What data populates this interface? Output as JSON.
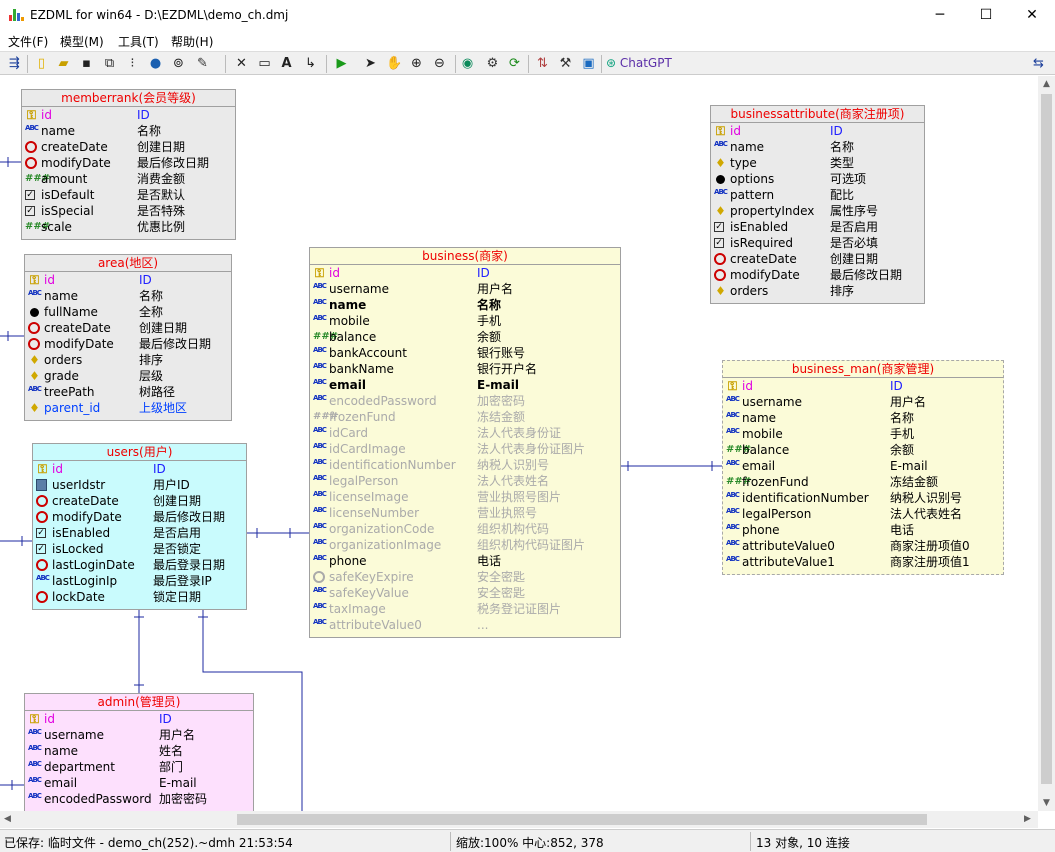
{
  "window": {
    "title": "EZDML for win64 - D:\\EZDML\\demo_ch.dmj",
    "minimize": "─",
    "maximize": "☐",
    "close": "✕"
  },
  "menu": [
    {
      "label": "文件(F)"
    },
    {
      "label": "模型(M)"
    },
    {
      "label": "工具(T)"
    },
    {
      "label": "帮助(H)"
    }
  ],
  "toolbar": {
    "chatgpt_label": "ChatGPT"
  },
  "tables": {
    "memberrank": {
      "title": "memberrank(会员等级)",
      "rows": [
        {
          "icon": "key",
          "name": "id",
          "comment": "ID",
          "style": "pk"
        },
        {
          "icon": "abc",
          "name": "name",
          "comment": "名称"
        },
        {
          "icon": "clock",
          "name": "createDate",
          "comment": "创建日期"
        },
        {
          "icon": "clock",
          "name": "modifyDate",
          "comment": "最后修改日期"
        },
        {
          "icon": "num",
          "name": "amount",
          "comment": "消费金额"
        },
        {
          "icon": "chk",
          "name": "isDefault",
          "comment": "是否默认"
        },
        {
          "icon": "chk",
          "name": "isSpecial",
          "comment": "是否特殊"
        },
        {
          "icon": "num",
          "name": "scale",
          "comment": "优惠比例"
        }
      ]
    },
    "area": {
      "title": "area(地区)",
      "rows": [
        {
          "icon": "key",
          "name": "id",
          "comment": "ID",
          "style": "pk"
        },
        {
          "icon": "abc",
          "name": "name",
          "comment": "名称"
        },
        {
          "icon": "dot",
          "name": "fullName",
          "comment": "全称"
        },
        {
          "icon": "clock",
          "name": "createDate",
          "comment": "创建日期"
        },
        {
          "icon": "clock",
          "name": "modifyDate",
          "comment": "最后修改日期"
        },
        {
          "icon": "bulb",
          "name": "orders",
          "comment": "排序"
        },
        {
          "icon": "bulb",
          "name": "grade",
          "comment": "层级"
        },
        {
          "icon": "abc",
          "name": "treePath",
          "comment": "树路径"
        },
        {
          "icon": "bulb",
          "name": "parent_id",
          "comment": "上级地区",
          "style": "fk"
        }
      ]
    },
    "users": {
      "title": "users(用户)",
      "rows": [
        {
          "icon": "key",
          "name": "id",
          "comment": "ID",
          "style": "pk"
        },
        {
          "icon": "calc",
          "name": "userIdstr",
          "comment": "用户ID"
        },
        {
          "icon": "clock",
          "name": "createDate",
          "comment": "创建日期"
        },
        {
          "icon": "clock",
          "name": "modifyDate",
          "comment": "最后修改日期"
        },
        {
          "icon": "chk",
          "name": "isEnabled",
          "comment": "是否启用"
        },
        {
          "icon": "chk",
          "name": "isLocked",
          "comment": "是否锁定"
        },
        {
          "icon": "clock",
          "name": "lastLoginDate",
          "comment": "最后登录日期"
        },
        {
          "icon": "abc",
          "name": "lastLoginIp",
          "comment": "最后登录IP"
        },
        {
          "icon": "clock",
          "name": "lockDate",
          "comment": "锁定日期"
        }
      ]
    },
    "admin": {
      "title": "admin(管理员)",
      "rows": [
        {
          "icon": "key",
          "name": "id",
          "comment": "ID",
          "style": "pk"
        },
        {
          "icon": "abc",
          "name": "username",
          "comment": "用户名"
        },
        {
          "icon": "abc",
          "name": "name",
          "comment": "姓名"
        },
        {
          "icon": "abc",
          "name": "department",
          "comment": "部门"
        },
        {
          "icon": "abc",
          "name": "email",
          "comment": "E-mail"
        },
        {
          "icon": "abc",
          "name": "encodedPassword",
          "comment": "加密密码"
        }
      ]
    },
    "business": {
      "title": "business(商家)",
      "rows": [
        {
          "icon": "key",
          "name": "id",
          "comment": "ID",
          "style": "pk"
        },
        {
          "icon": "abc",
          "name": "username",
          "comment": "用户名"
        },
        {
          "icon": "abc",
          "name": "name",
          "comment": "名称",
          "style": "bold"
        },
        {
          "icon": "abc",
          "name": "mobile",
          "comment": "手机"
        },
        {
          "icon": "num",
          "name": "balance",
          "comment": "余额"
        },
        {
          "icon": "abc",
          "name": "bankAccount",
          "comment": "银行账号"
        },
        {
          "icon": "abc",
          "name": "bankName",
          "comment": "银行开户名"
        },
        {
          "icon": "abc",
          "name": "email",
          "comment": "E-mail",
          "style": "bold"
        },
        {
          "icon": "abc",
          "name": "encodedPassword",
          "comment": "加密密码",
          "style": "gray"
        },
        {
          "icon": "num",
          "name": "frozenFund",
          "comment": "冻结金额",
          "style": "gray"
        },
        {
          "icon": "abc",
          "name": "idCard",
          "comment": "法人代表身份证",
          "style": "gray"
        },
        {
          "icon": "abc",
          "name": "idCardImage",
          "comment": "法人代表身份证图片",
          "style": "gray"
        },
        {
          "icon": "abc",
          "name": "identificationNumber",
          "comment": "纳税人识别号",
          "style": "gray"
        },
        {
          "icon": "abc",
          "name": "legalPerson",
          "comment": "法人代表姓名",
          "style": "gray"
        },
        {
          "icon": "abc",
          "name": "licenseImage",
          "comment": "营业执照号图片",
          "style": "gray"
        },
        {
          "icon": "abc",
          "name": "licenseNumber",
          "comment": "营业执照号",
          "style": "gray"
        },
        {
          "icon": "abc",
          "name": "organizationCode",
          "comment": "组织机构代码",
          "style": "gray"
        },
        {
          "icon": "abc",
          "name": "organizationImage",
          "comment": "组织机构代码证图片",
          "style": "gray"
        },
        {
          "icon": "abc",
          "name": "phone",
          "comment": "电话"
        },
        {
          "icon": "clock",
          "name": "safeKeyExpire",
          "comment": "安全密匙",
          "style": "gray"
        },
        {
          "icon": "abc",
          "name": "safeKeyValue",
          "comment": "安全密匙",
          "style": "gray"
        },
        {
          "icon": "abc",
          "name": "taxImage",
          "comment": "税务登记证图片",
          "style": "gray"
        },
        {
          "icon": "abc",
          "name": "attributeValue0",
          "comment": "...",
          "style": "gray"
        }
      ]
    },
    "businessattribute": {
      "title": "businessattribute(商家注册项)",
      "rows": [
        {
          "icon": "key",
          "name": "id",
          "comment": "ID",
          "style": "pk"
        },
        {
          "icon": "abc",
          "name": "name",
          "comment": "名称"
        },
        {
          "icon": "bulb",
          "name": "type",
          "comment": "类型"
        },
        {
          "icon": "dot",
          "name": "options",
          "comment": "可选项"
        },
        {
          "icon": "abc",
          "name": "pattern",
          "comment": "配比"
        },
        {
          "icon": "bulb",
          "name": "propertyIndex",
          "comment": "属性序号"
        },
        {
          "icon": "chk",
          "name": "isEnabled",
          "comment": "是否启用"
        },
        {
          "icon": "chk",
          "name": "isRequired",
          "comment": "是否必填"
        },
        {
          "icon": "clock",
          "name": "createDate",
          "comment": "创建日期"
        },
        {
          "icon": "clock",
          "name": "modifyDate",
          "comment": "最后修改日期"
        },
        {
          "icon": "bulb",
          "name": "orders",
          "comment": "排序"
        }
      ]
    },
    "businessman": {
      "title": "business_man(商家管理)",
      "rows": [
        {
          "icon": "key",
          "name": "id",
          "comment": "ID",
          "style": "pk"
        },
        {
          "icon": "abc",
          "name": "username",
          "comment": "用户名"
        },
        {
          "icon": "abc",
          "name": "name",
          "comment": "名称"
        },
        {
          "icon": "abc",
          "name": "mobile",
          "comment": "手机"
        },
        {
          "icon": "num",
          "name": "balance",
          "comment": "余额"
        },
        {
          "icon": "abc",
          "name": "email",
          "comment": "E-mail"
        },
        {
          "icon": "num",
          "name": "frozenFund",
          "comment": "冻结金额"
        },
        {
          "icon": "abc",
          "name": "identificationNumber",
          "comment": "纳税人识别号"
        },
        {
          "icon": "abc",
          "name": "legalPerson",
          "comment": "法人代表姓名"
        },
        {
          "icon": "abc",
          "name": "phone",
          "comment": "电话"
        },
        {
          "icon": "abc",
          "name": "attributeValue0",
          "comment": "商家注册项值0"
        },
        {
          "icon": "abc",
          "name": "attributeValue1",
          "comment": "商家注册项值1"
        }
      ]
    }
  },
  "status": {
    "saved": "已保存: 临时文件 - demo_ch(252).~dmh 21:53:54",
    "zoom": "缩放:100% 中心:852, 378",
    "objects": "13 对象, 10 连接"
  }
}
